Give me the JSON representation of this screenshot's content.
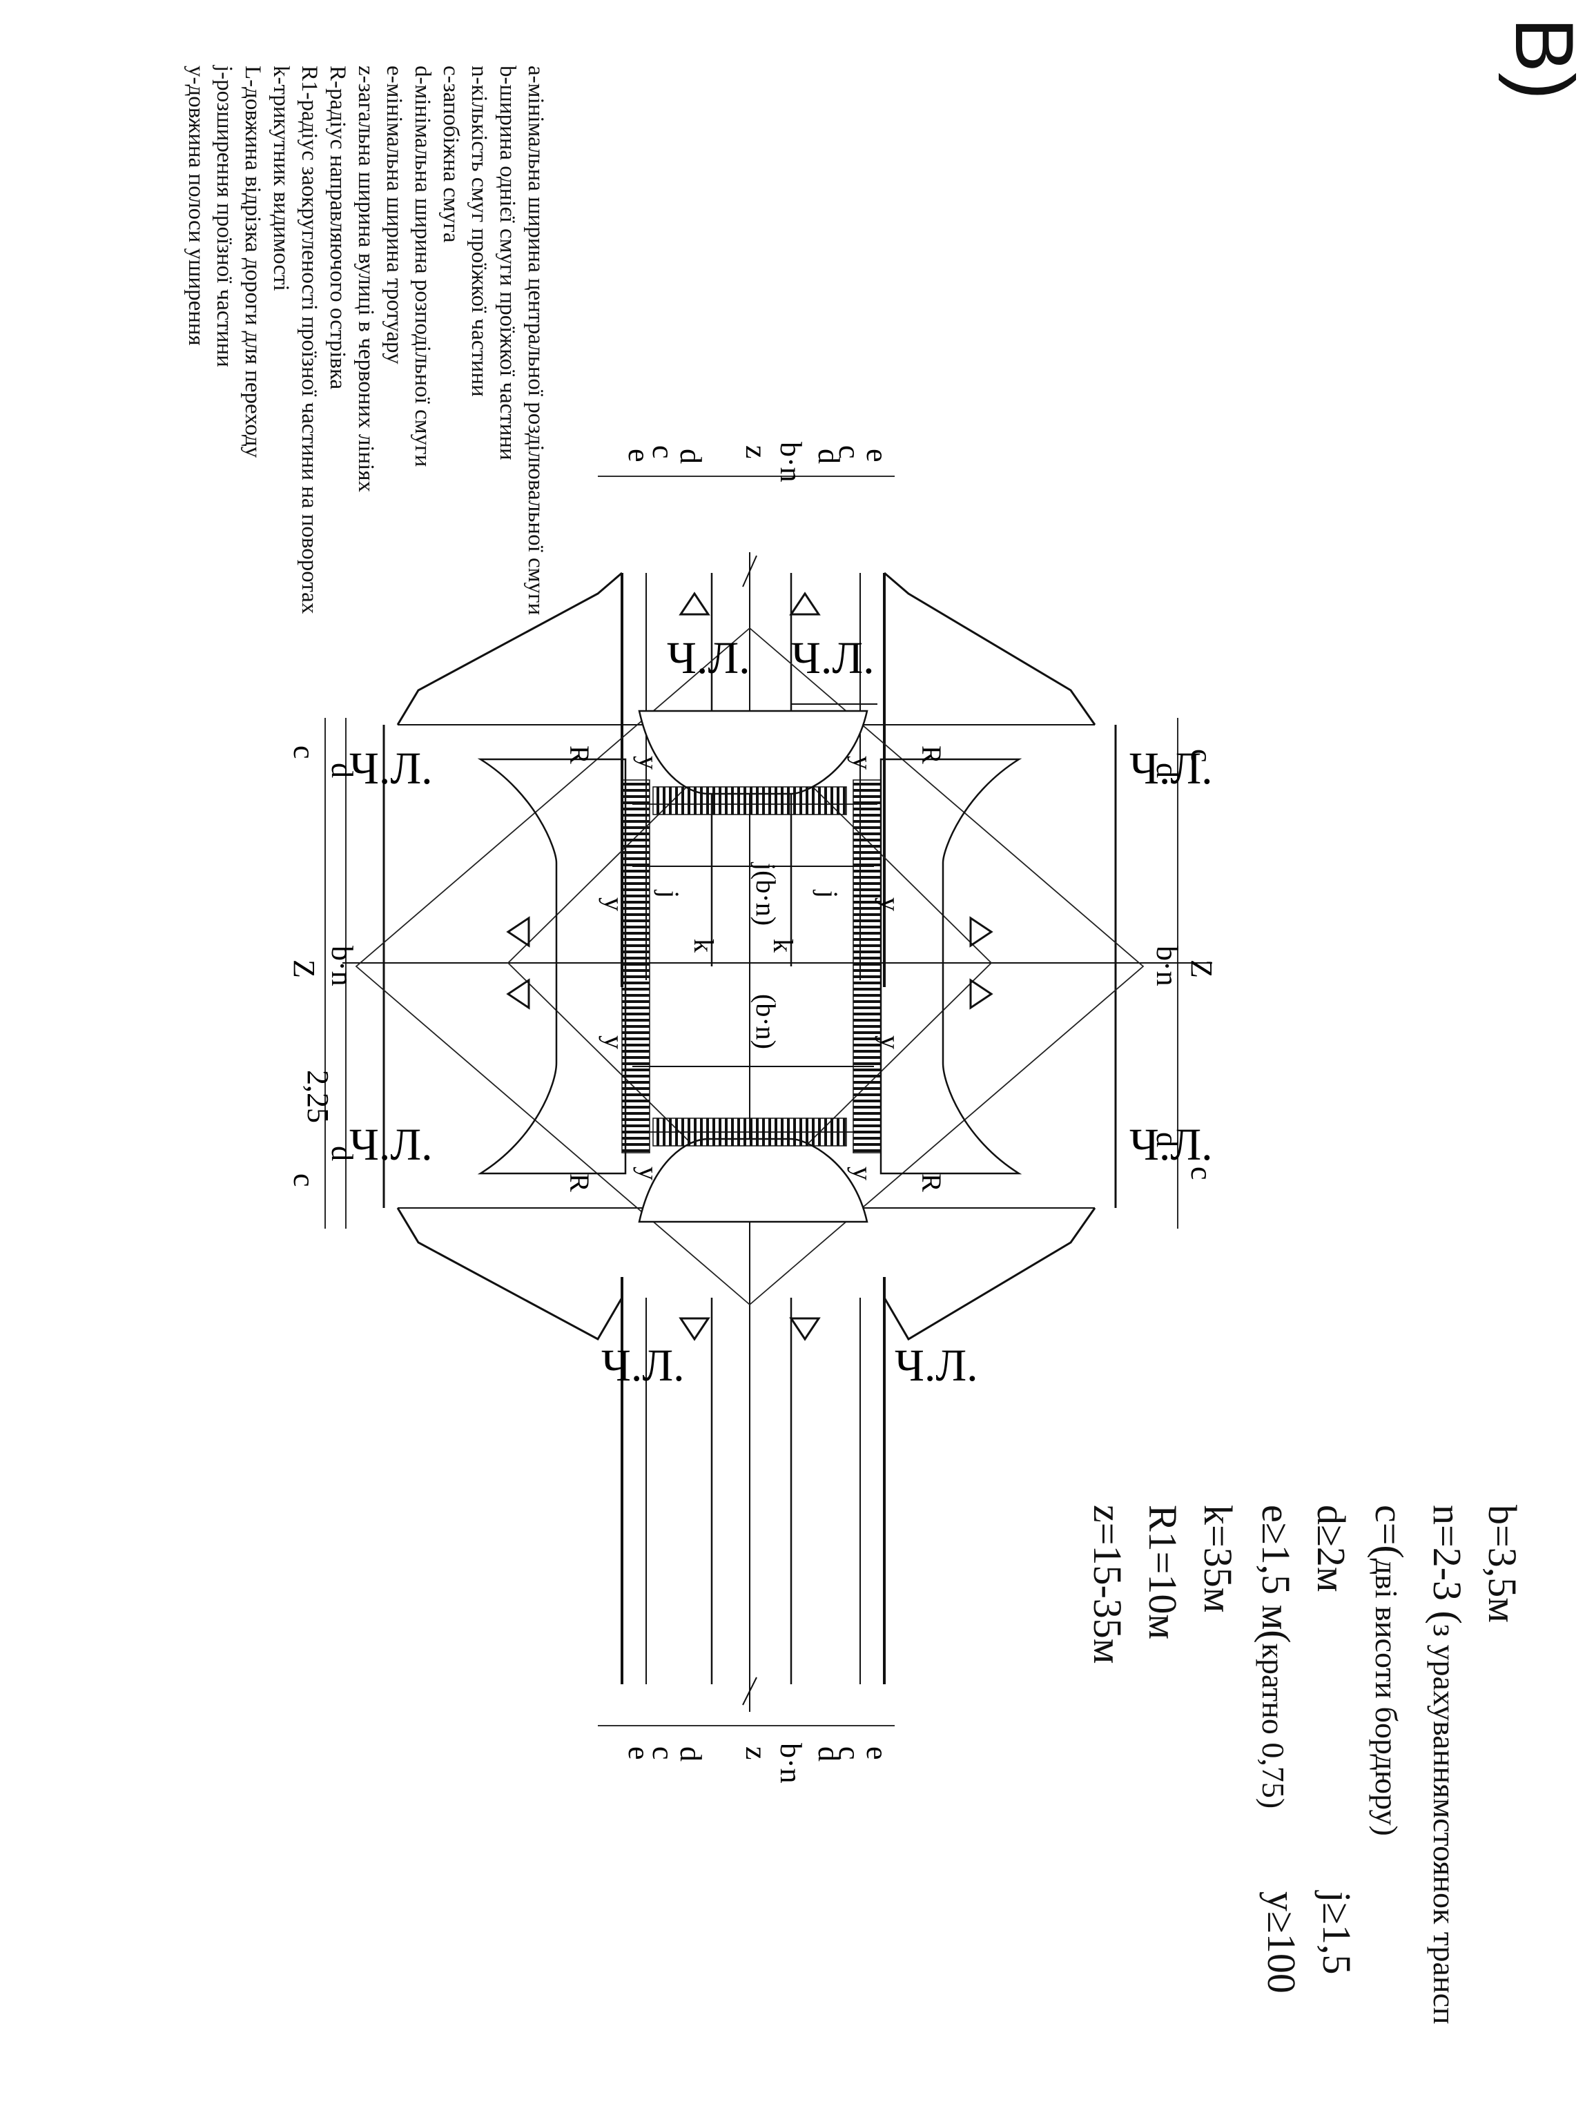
{
  "title": "В)",
  "params": {
    "b": "b=3,5м",
    "n_main": "n=2-3 (",
    "n_note": "з урахуваннямстоянок трансп",
    "c_main": "c=(",
    "c_note": "дві висоти бордюру)",
    "d": "d≥2м",
    "e_main": "e≥1,5 м(",
    "e_note": "кратно 0,75)",
    "k": "k=35м",
    "R1": "R1=10м",
    "z": "z=15-35м",
    "j": "j≥1,5",
    "y": "y≥100"
  },
  "legend": [
    "a-мінімальна ширина центральної розділювальної смуги",
    "b-ширина однієї смуги проїжкої частини",
    "n-кількість смуг проїжкої частини",
    "c-запобіжна смуга",
    "d-мінімальна ширина розподільної смуги",
    "e-мінімальна ширина тротуару",
    "z-загальна ширина вулиці в червоних лініях",
    "R-радіус направляючого острівка",
    "R1-радіус заокругленості проїзної частини на поворотах",
    "k-трикутник видимості",
    "L-довжина відрізка дороги для переходу",
    "j-розширення проїзної частини",
    "y-довжина полоси уширення"
  ],
  "labels": {
    "red_line": "Ч.Л.",
    "c": "c",
    "d": "d",
    "e": "e",
    "z": "z",
    "Z": "Z",
    "bn": "b·n",
    "y": "y",
    "k": "k",
    "j": "j",
    "R": "R",
    "jbn": "j(b·n)",
    "bn_par": "(b·n)",
    "width_225": "2,25"
  }
}
